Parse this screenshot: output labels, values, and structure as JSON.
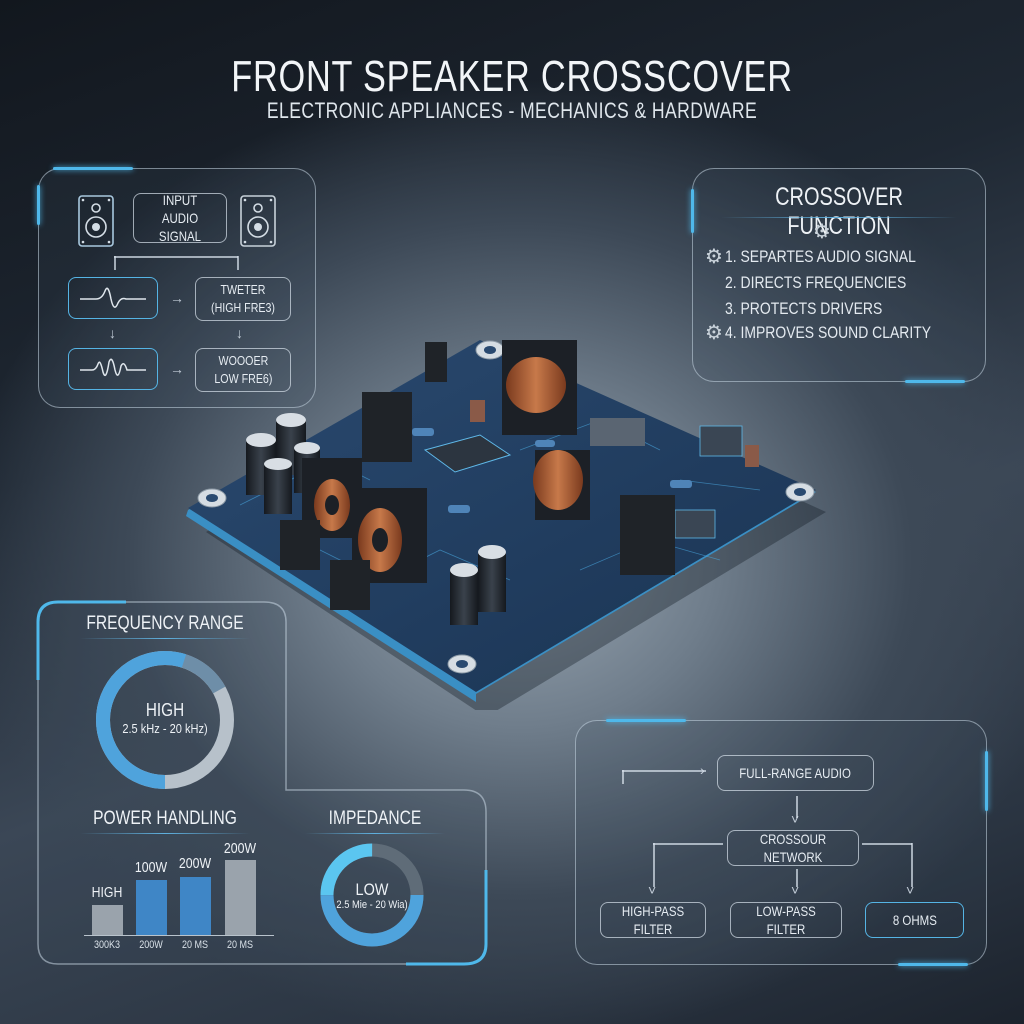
{
  "header": {
    "title": "FRONT SPEAKER CROSSCOVER",
    "subtitle": "ELECTRONIC APPLIANCES - MECHANICS & HARDWARE"
  },
  "signal_flow_panel": {
    "input_label": "INPUT\nAUDIO SIGNAL",
    "tweeter_label": "TWETER\n(HIGH FRE3)",
    "woofer_label": "WOOOER\nLOW FRE6)",
    "icons": [
      "speaker-icon",
      "speaker-icon",
      "waveform-icon",
      "waveform-icon"
    ]
  },
  "crossover_function_panel": {
    "title": "CROSSOVER FUNCTION",
    "items": [
      "1. SEPARTES AUDIO SIGNAL",
      "2. DIRECTS FREQUENCIES",
      "3. PROTECTS DRIVERS",
      "4. IMPROVES SOUND CLARITY"
    ]
  },
  "frequency_range": {
    "title": "FREQUENCY RANGE",
    "value": "HIGH",
    "range": "2.5 kHz - 20 kHz)",
    "segments": [
      {
        "color": "#4fa3dc",
        "percent": 55
      },
      {
        "color": "#6e8ea8",
        "percent": 17
      },
      {
        "color": "#b7c1ca",
        "percent": 28
      }
    ]
  },
  "power_handling": {
    "title": "POWER HANDLING",
    "bars": [
      {
        "value_label": "HIGH",
        "category": "300K3",
        "height": 30,
        "color": "#9aa3ac"
      },
      {
        "value_label": "100W",
        "category": "200W",
        "height": 55,
        "color": "#3f86c6"
      },
      {
        "value_label": "200W",
        "category": "20 MS",
        "height": 58,
        "color": "#3f86c6"
      },
      {
        "value_label": "200W",
        "category": "20 MS",
        "height": 75,
        "color": "#9aa3ac"
      }
    ]
  },
  "impedance": {
    "title": "IMPEDANCE",
    "value": "LOW",
    "range": "2.5 Mie - 20 Wia)",
    "segments": [
      {
        "color": "#4fa3dc",
        "percent": 50
      },
      {
        "color": "#5bc6f0",
        "percent": 25
      },
      {
        "color": "#5f6c78",
        "percent": 25
      }
    ]
  },
  "network_panel": {
    "full_range": "FULL-RANGE AUDIO",
    "network": "CROSSOUR NETWORK",
    "high_pass": "HIGH-PASS FILTER",
    "low_pass": "LOW-PASS FILTER",
    "ohms": "8 OHMS"
  },
  "colors": {
    "accent": "#4fb8ea",
    "pcb": "#1e3a5c",
    "copper": "#b5643a"
  }
}
